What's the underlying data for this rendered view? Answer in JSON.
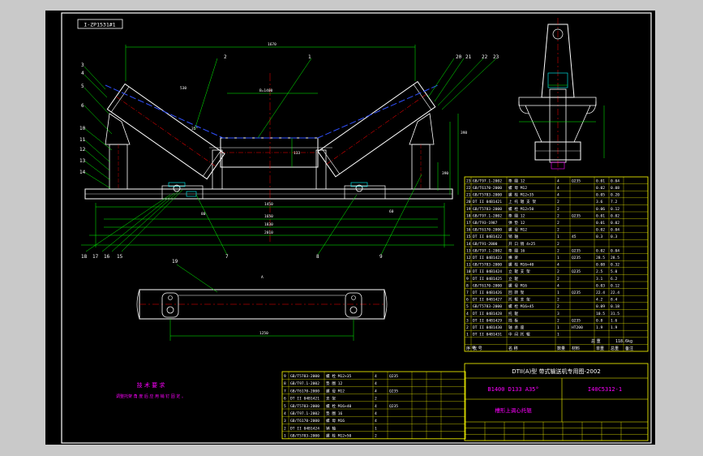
{
  "drawing": {
    "code_box": "I-ZP1531#1",
    "tech_title": "技 术 要 求",
    "tech_note": "调整托架 角 度 后 应 用 销 钉 固 定 。",
    "title_line": "DTII(A)型 带式输送机专用图-2002",
    "spec": "B1400 D133 A35°",
    "drawing_no": "I40C5312-1",
    "name": "槽形上调心托辊",
    "weight": "118.6kg",
    "weight_label": "总 重",
    "header_row": [
      "序 号",
      "代 号",
      "名 称",
      "数量",
      "材料",
      "单重",
      "总重",
      "备注"
    ]
  },
  "part_labels": {
    "top": [
      "2",
      "1",
      "20",
      "21",
      "22",
      "23"
    ],
    "left": [
      "3",
      "4",
      "5",
      "6",
      "10",
      "11",
      "12",
      "13",
      "14"
    ],
    "bottom": [
      "18",
      "17",
      "16",
      "15",
      "7",
      "8",
      "9"
    ],
    "plan": [
      "19"
    ]
  },
  "dimensions": {
    "overall_top": "1670",
    "inner_span": "B=1400",
    "base_1": "1450",
    "base_2": "1650",
    "base_3": "1830",
    "base_4": "2010",
    "plan_span": "1250",
    "side_height": "398",
    "side_h2": "390",
    "angle": "35°",
    "roll_len": "530",
    "roll_dia": "133",
    "scale_a": "80",
    "scale_b": "60",
    "view_label": "A"
  },
  "bom_right": [
    [
      "23",
      "GB/T97.1-2002",
      "垫 圈 12",
      "4",
      "Q235",
      "0.01",
      "0.04",
      ""
    ],
    [
      "22",
      "GB/T6170-2000",
      "螺 母 M12",
      "4",
      "",
      "0.02",
      "0.08",
      ""
    ],
    [
      "21",
      "GB/T5783-2000",
      "螺 栓 M12×35",
      "4",
      "",
      "0.05",
      "0.20",
      ""
    ],
    [
      "20",
      "DT II 04B1421",
      "上 托 辊 支 架",
      "2",
      "",
      "3.6",
      "7.2",
      ""
    ],
    [
      "19",
      "GB/T5783-2000",
      "螺 栓 M12×50",
      "2",
      "",
      "0.06",
      "0.12",
      ""
    ],
    [
      "18",
      "GB/T97.1-2002",
      "垫 圈 12",
      "2",
      "Q235",
      "0.01",
      "0.02",
      ""
    ],
    [
      "17",
      "GB/T93-1987",
      "弹 垫 12",
      "2",
      "",
      "0.01",
      "0.02",
      ""
    ],
    [
      "16",
      "GB/T6170-2000",
      "螺 母 M12",
      "2",
      "",
      "0.02",
      "0.04",
      ""
    ],
    [
      "15",
      "DT II 04B1422",
      "销 轴",
      "1",
      "45",
      "0.3",
      "0.3",
      ""
    ],
    [
      "14",
      "GB/T91-2000",
      "开 口 销 4×25",
      "2",
      "",
      "",
      "",
      ""
    ],
    [
      "13",
      "GB/T97.1-2002",
      "垫 圈 16",
      "2",
      "Q235",
      "0.02",
      "0.04",
      ""
    ],
    [
      "12",
      "DT II 04B1423",
      "横 梁",
      "1",
      "Q235",
      "28.5",
      "28.5",
      ""
    ],
    [
      "11",
      "GB/T5783-2000",
      "螺 栓 M16×40",
      "4",
      "",
      "0.08",
      "0.32",
      ""
    ],
    [
      "10",
      "DT II 04B1424",
      "立 辊 支 架",
      "2",
      "Q235",
      "2.5",
      "5.0",
      ""
    ],
    [
      "9",
      "DT II 04B1425",
      "立 辊",
      "2",
      "",
      "3.1",
      "6.2",
      ""
    ],
    [
      "8",
      "GB/T6170-2000",
      "螺 母 M16",
      "4",
      "",
      "0.03",
      "0.12",
      ""
    ],
    [
      "7",
      "DT II 04B1426",
      "回 转 架",
      "1",
      "Q235",
      "22.4",
      "22.4",
      ""
    ],
    [
      "6",
      "DT II 04B1427",
      "托 辊 支 架",
      "2",
      "",
      "4.2",
      "8.4",
      ""
    ],
    [
      "5",
      "GB/T5783-2000",
      "螺 栓 M16×45",
      "2",
      "",
      "0.09",
      "0.18",
      ""
    ],
    [
      "4",
      "DT II 04B1428",
      "托 辊",
      "3",
      "",
      "10.5",
      "31.5",
      ""
    ],
    [
      "3",
      "DT II 04B1429",
      "挡 板",
      "2",
      "Q235",
      "0.8",
      "1.6",
      ""
    ],
    [
      "2",
      "DT II 04B1430",
      "轴 承 座",
      "1",
      "HT200",
      "1.9",
      "1.9",
      ""
    ],
    [
      "1",
      "DT II 04B1431",
      "中 间 托 辊",
      "1",
      "",
      "",
      "",
      ""
    ]
  ],
  "bom_lower": [
    [
      "9",
      "GB/T5783-2000",
      "螺 栓 M12×35",
      "4",
      "Q235",
      "",
      "",
      ""
    ],
    [
      "8",
      "GB/T97.1-2002",
      "垫 圈 12",
      "4",
      "",
      "",
      "",
      ""
    ],
    [
      "7",
      "GB/T6170-2000",
      "螺 母 M12",
      "4",
      "Q235",
      "",
      "",
      ""
    ],
    [
      "6",
      "DT II 04B1421",
      "支 架",
      "2",
      "",
      "",
      "",
      ""
    ],
    [
      "5",
      "GB/T5783-2000",
      "螺 栓 M16×40",
      "4",
      "Q235",
      "",
      "",
      ""
    ],
    [
      "4",
      "GB/T97.1-2002",
      "垫 圈 16",
      "4",
      "",
      "",
      "",
      ""
    ],
    [
      "3",
      "GB/T6170-2000",
      "螺 母 M16",
      "4",
      "",
      "",
      "",
      ""
    ],
    [
      "2",
      "DT II 04B1424",
      "销 轴",
      "1",
      "",
      "",
      "",
      ""
    ],
    [
      "1",
      "GB/T5783-2000",
      "螺 栓 M12×50",
      "2",
      "",
      "",
      "",
      ""
    ]
  ],
  "colors": {
    "frame": "#ffffff",
    "yellow": "#ffff00",
    "green": "#00ff00",
    "blue": "#3050ff",
    "red": "#ff0000",
    "magenta": "#ff00ff",
    "cyan": "#00ffff"
  }
}
